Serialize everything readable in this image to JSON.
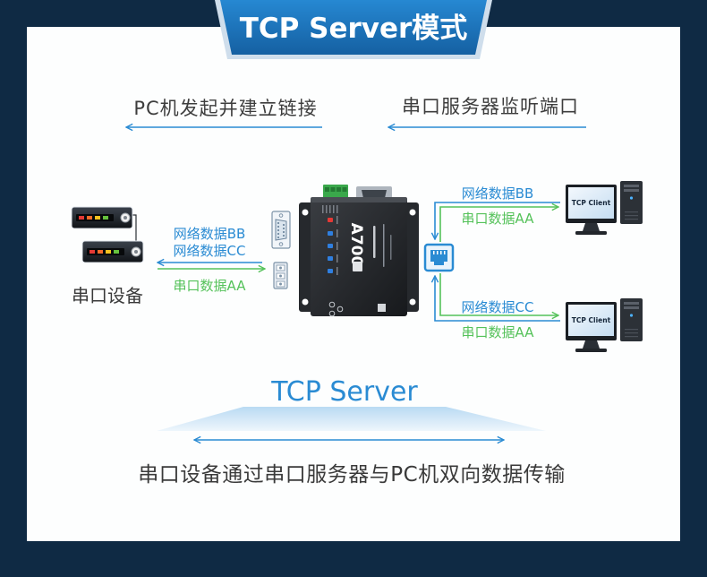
{
  "title": "TCP Server模式",
  "process": {
    "client_action": "PC机发起并建立链接",
    "server_action": "串口服务器监听端口"
  },
  "serial_side": {
    "device_label": "串口设备",
    "network_data_1": "网络数据BB",
    "network_data_2": "网络数据CC",
    "serial_data": "串口数据AA"
  },
  "server_device": {
    "model": "A700"
  },
  "clients": [
    {
      "screen": "TCP Client",
      "network_data": "网络数据BB",
      "serial_data": "串口数据AA"
    },
    {
      "screen": "TCP Client",
      "network_data": "网络数据CC",
      "serial_data": "串口数据AA"
    }
  ],
  "mode_label": "TCP Server",
  "caption": "串口设备通过串口服务器与PC机双向数据传输",
  "icons": [
    "serial-device-icon",
    "db9-connector-icon",
    "terminal-block-icon",
    "rj45-port-icon",
    "pc-icon"
  ],
  "colors": {
    "background": "#0f2a44",
    "banner": "#1e74bd",
    "network_data": "#2a8bd3",
    "serial_data": "#55c25a",
    "text": "#3a3a3a"
  }
}
